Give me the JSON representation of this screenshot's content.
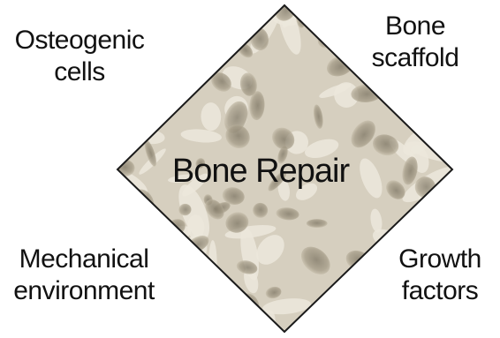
{
  "diagram": {
    "center": "Bone Repair",
    "factors": {
      "top_left": [
        "Osteogenic",
        "cells"
      ],
      "top_right": [
        "Bone",
        "scaffold"
      ],
      "bottom_left": [
        "Mechanical",
        "environment"
      ],
      "bottom_right": [
        "Growth",
        "factors"
      ]
    }
  },
  "colors": {
    "texture_base": "#cfc8b8",
    "texture_light": "#ece7dc",
    "pore_dark": "#8f8774",
    "outline": "#1a1a1a"
  }
}
